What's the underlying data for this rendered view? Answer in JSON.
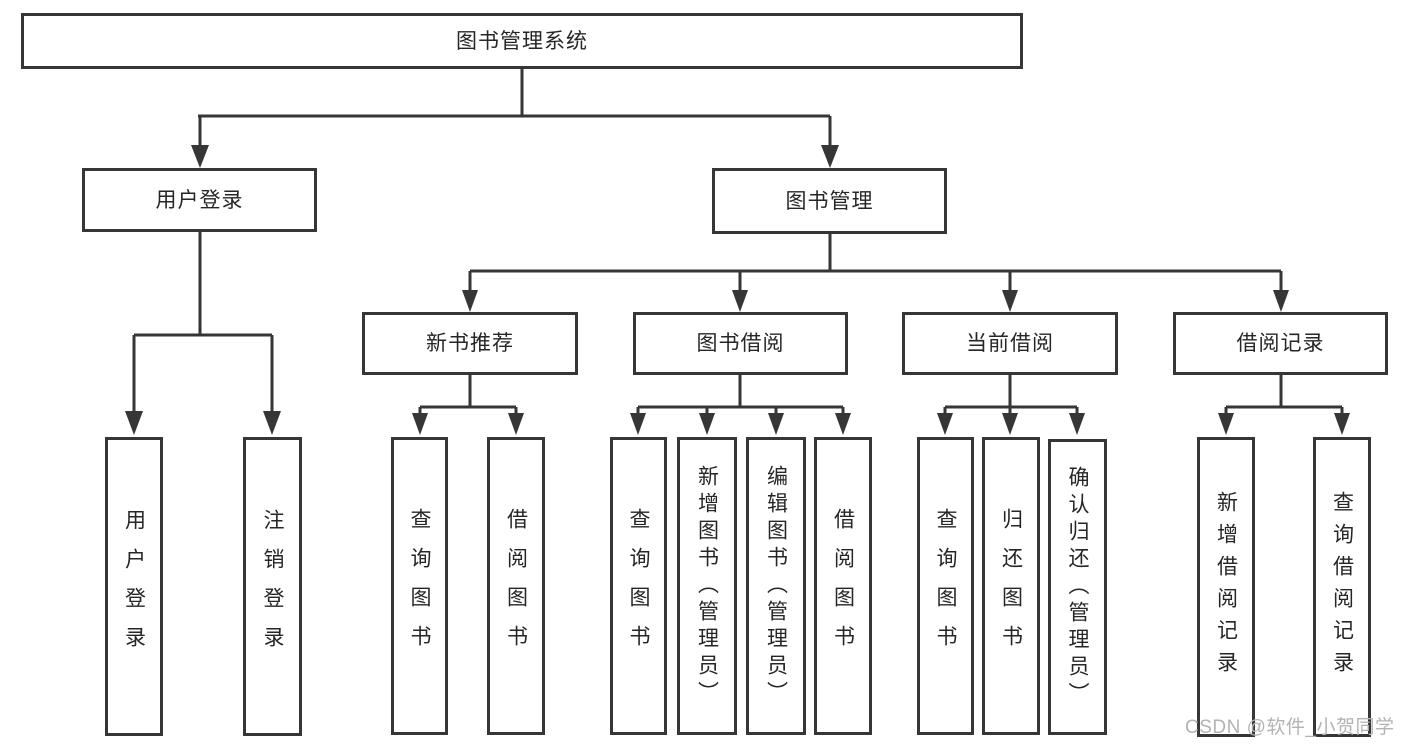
{
  "tree": {
    "root": {
      "label": "图书管理系统"
    },
    "branches": [
      {
        "label": "用户登录",
        "children": [
          {
            "label": "用户登录"
          },
          {
            "label": "注销登录"
          }
        ]
      },
      {
        "label": "图书管理",
        "children": [
          {
            "label": "新书推荐",
            "children": [
              {
                "label": "查询图书"
              },
              {
                "label": "借阅图书"
              }
            ]
          },
          {
            "label": "图书借阅",
            "children": [
              {
                "label": "查询图书"
              },
              {
                "label": "新增图书（管理员）"
              },
              {
                "label": "编辑图书（管理员）"
              },
              {
                "label": "借阅图书"
              }
            ]
          },
          {
            "label": "当前借阅",
            "children": [
              {
                "label": "查询图书"
              },
              {
                "label": "归还图书"
              },
              {
                "label": "确认归还（管理员）"
              }
            ]
          },
          {
            "label": "借阅记录",
            "children": [
              {
                "label": "新增借阅记录"
              },
              {
                "label": "查询借阅记录"
              }
            ]
          }
        ]
      }
    ]
  },
  "watermark": {
    "text": "CSDN @软件_小贺同学"
  },
  "colors": {
    "line": "#363636",
    "box_border": "#363636",
    "text": "#262626",
    "watermark": "#b3b3b3",
    "background": "#ffffff"
  }
}
